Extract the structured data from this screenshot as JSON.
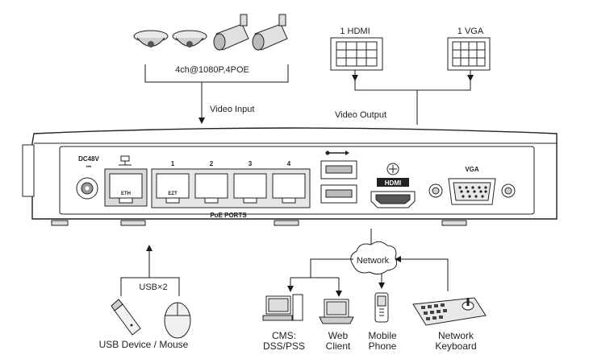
{
  "cameras": {
    "caption": "4ch@1080P,4POE"
  },
  "labels": {
    "video_input": "Video Input",
    "video_output": "Video Output",
    "hdmi_monitor": "1 HDMI",
    "vga_monitor": "1 VGA",
    "usb": "USB×2",
    "usb_devices": "USB Device / Mouse",
    "network": "Network",
    "cms_line1": "CMS:",
    "cms_line2": "DSS/PSS",
    "web_line1": "Web",
    "web_line2": "Client",
    "mobile_line1": "Mobile",
    "mobile_line2": "Phone",
    "keyboard_line1": "Network",
    "keyboard_line2": "Keyboard"
  },
  "panel": {
    "power_line1": "DC48V",
    "power_line2": "⎓",
    "port_numbers": [
      "1",
      "2",
      "3",
      "4"
    ],
    "poe_caption": "PoE PORTS",
    "hdmi_badge": "HDMI",
    "vga_label": "VGA",
    "eth_tag": "EZT",
    "lan_tag": "ETH"
  },
  "colors": {
    "line": "#1a1a1a",
    "device_fill": "#ffffff",
    "shade": "#d9d9d9"
  }
}
